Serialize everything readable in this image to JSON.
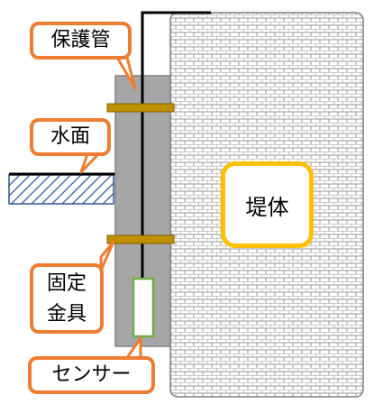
{
  "labels": {
    "protective_pipe": "保護管",
    "water_surface": "水面",
    "fixing_bracket_line1": "固定",
    "fixing_bracket_line2": "金具",
    "sensor": "センサー",
    "dam_body": "堤体"
  },
  "colors": {
    "callout_border": "#ee7d31",
    "dam_label_border": "#ffc000",
    "pipe_fill": "#a6a6a6",
    "bracket_fill": "#bf9000",
    "sensor_border": "#70ad47",
    "water_hatch": "#2e5597",
    "cable": "#000000",
    "dam_pattern": "#7f7f7f"
  }
}
